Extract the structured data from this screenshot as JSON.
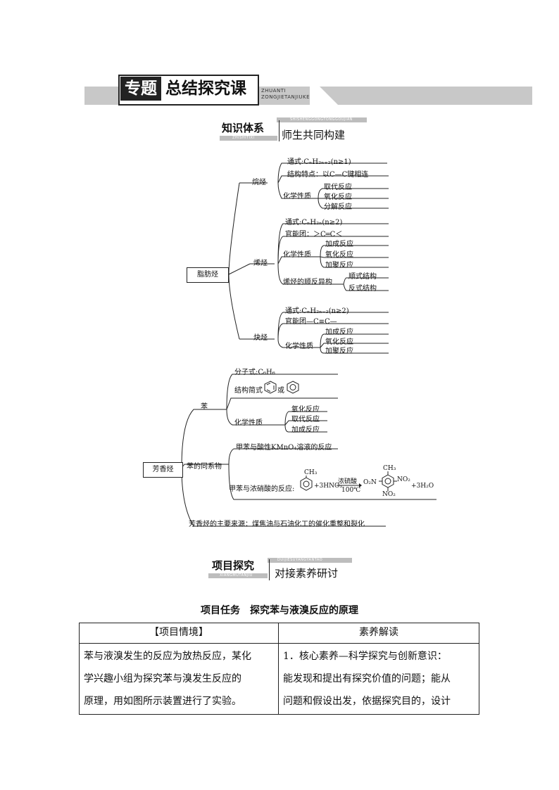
{
  "header": {
    "badge": "专题",
    "title": "总结探究课",
    "pinyin1": "ZHUANTI",
    "pinyin2": "ZONGJIETANJIUKE"
  },
  "knowledge": {
    "left": "知识体系",
    "right": "师生共同构建",
    "small_top": "SHISHENGGONGTONGGOUJIAN",
    "small_bottom": "ZHISHITIXI"
  },
  "tree1": {
    "root": "脂肪烃",
    "alkane": {
      "label": "烷烃",
      "formula": "通式:CₙH₂ₙ₊₂(n≥1)",
      "structure": "结构特点：以C—C键相连",
      "prop_label": "化学性质",
      "props": [
        "取代反应",
        "氧化反应",
        "分解反应"
      ]
    },
    "alkene": {
      "label": "烯烃",
      "formula": "通式:CₙH₂ₙ(n≥2)",
      "group": "官能团：＞C═C＜",
      "prop_label": "化学性质",
      "props": [
        "加成反应",
        "氧化反应",
        "加聚反应"
      ],
      "isomer_label": "烯烃的顺反异构",
      "isomers": [
        "顺式结构",
        "反式结构"
      ]
    },
    "alkyne": {
      "label": "炔烃",
      "formula": "通式:CₙH₂ₙ₋₂(n≥2)",
      "group": "官能团—C≡C—",
      "prop_label": "化学性质",
      "props": [
        "加成反应",
        "氧化反应",
        "加聚反应"
      ]
    }
  },
  "tree2": {
    "root": "芳香烃",
    "benzene": {
      "label": "苯",
      "formula": "分子式:C₆H₆",
      "simple_prefix": "结构简式",
      "simple_or": "或",
      "prop_label": "化学性质",
      "props": [
        "氧化反应",
        "取代反应",
        "加成反应"
      ]
    },
    "homolog": {
      "label": "苯的同系物",
      "kmno4": "甲苯与酸性KMnO₄溶液的反应",
      "nitration": "甲苯与浓硝酸的反应:",
      "ch3": "CH₃",
      "hno3": "+3HNO₃",
      "cond_top": "浓硫酸",
      "cond_bottom": "100℃",
      "o2n": "O₂N",
      "no2_right": "NO₂",
      "no2_bottom": "NO₂",
      "water": "+3H₂O"
    },
    "source": "芳香烃的主要来源：煤焦油与石油化工的催化重整和裂化"
  },
  "project": {
    "left": "项目探究",
    "right": "对接素养研讨",
    "small_top": "DUIJIESUYANGYANTAO",
    "small_bottom": "XIANGMUTANJIU",
    "task": "项目任务　探究苯与液溴反应的原理"
  },
  "table": {
    "headers": [
      "【项目情境】",
      "素养解读"
    ],
    "col1_lines": [
      "苯与液溴发生的反应为放热反应，某化",
      "学兴趣小组为探究苯与溴发生反应的",
      "原理，用如图所示装置进行了实验。"
    ],
    "col2_lines": [
      "1．核心素养—科学探究与创新意识：",
      "能发现和提出有探究价值的问题；能从",
      "问题和假设出发，依据探究目的，设计"
    ]
  }
}
